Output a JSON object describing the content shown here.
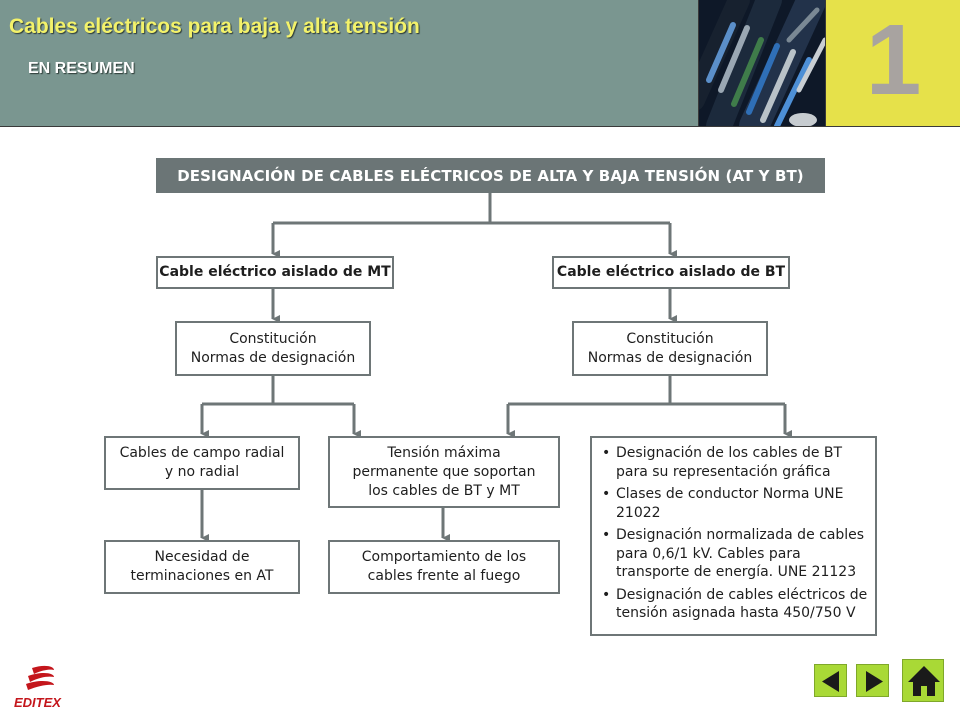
{
  "header": {
    "title": "Cables eléctricos para baja y alta tensión",
    "subtitle": "EN RESUMEN",
    "chapter_number": "1",
    "photo_icon": "cables-photo-icon"
  },
  "diagram": {
    "root": "DESIGNACIÓN DE CABLES ELÉCTRICOS DE ALTA Y BAJA TENSIÓN (AT Y BT)",
    "mt_cable": "Cable eléctrico aislado de MT",
    "bt_cable": "Cable eléctrico aislado de BT",
    "mt_constitution": "Constitución\nNormas de designación",
    "bt_constitution": "Constitución\nNormas de designación",
    "radial": "Cables de campo radial\ny no radial",
    "max_voltage": "Tensión máxima\npermanente que soportan\nlos cables de BT y MT",
    "terminations": "Necesidad de\nterminaciones en AT",
    "fire": "Comportamiento de los\ncables frente al fuego",
    "bt_items": [
      "Designación de los cables de BT para su representación gráfica",
      "Clases de conductor Norma UNE 21022",
      "Designación normalizada de cables para 0,6/1 kV. Cables para transporte de energía. UNE 21123",
      "Designación de cables eléctricos de tensión asignada hasta 450/750 V"
    ]
  },
  "footer": {
    "logo_text": "EDITEX",
    "prev_icon": "arrow-left-icon",
    "next_icon": "arrow-right-icon",
    "home_icon": "home-icon"
  },
  "colors": {
    "header_bg": "#7a9690",
    "title_color": "#f3f26a",
    "chapter_bg": "#e6e14a",
    "banner_bg": "#6b7576",
    "nav_green": "#a9d936"
  }
}
